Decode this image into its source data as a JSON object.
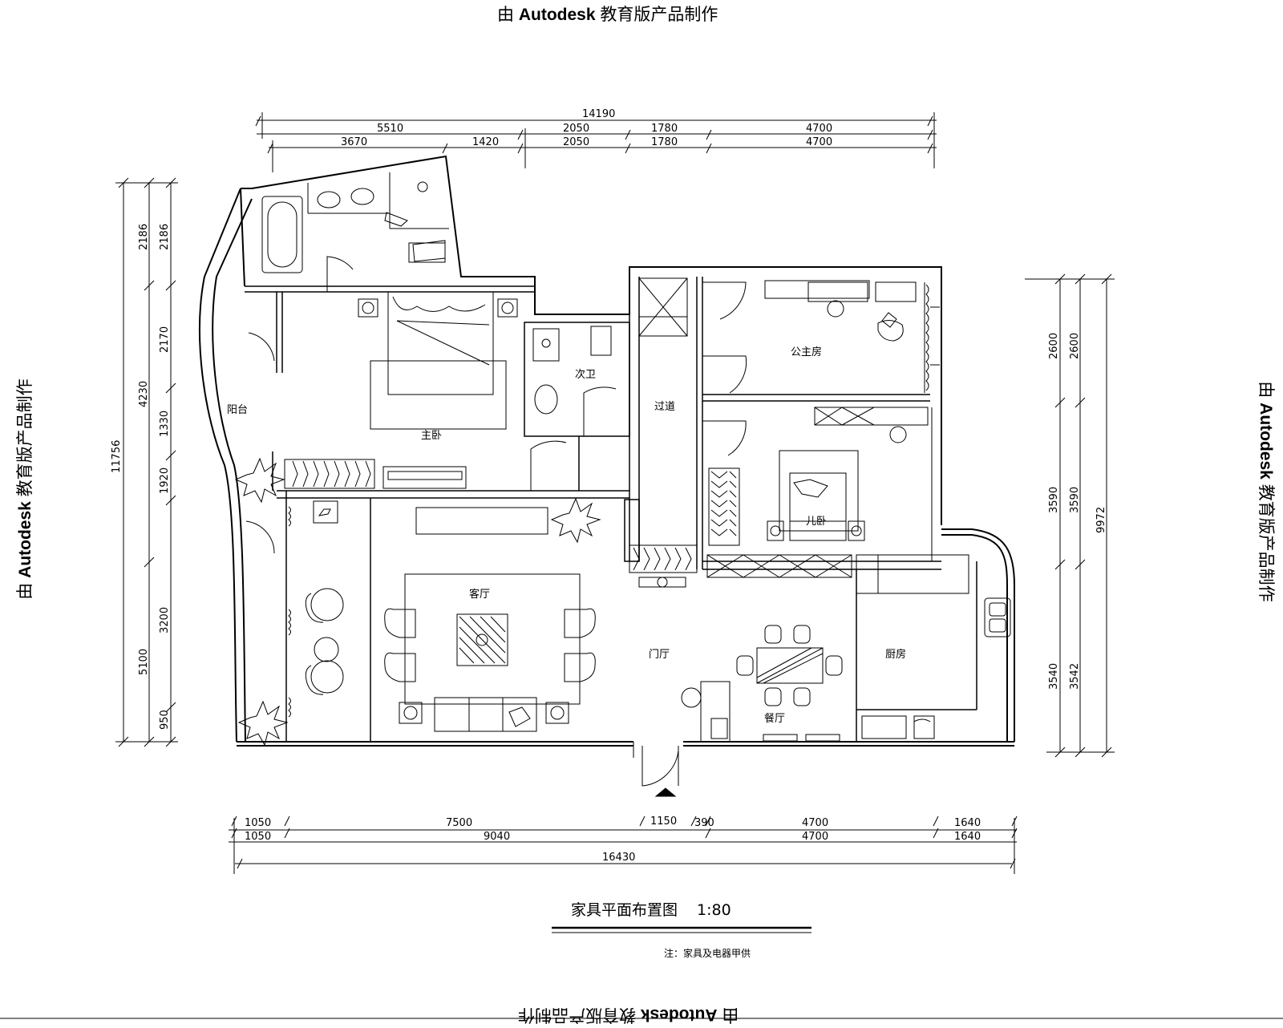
{
  "watermark": {
    "prefix": "由",
    "brand": "Autodesk",
    "suffix": "教育版产品制作"
  },
  "rooms": {
    "master_bedroom": "主卧",
    "secondary_bath": "次卫",
    "corridor": "过道",
    "princess_room": "公主房",
    "balcony": "阳台",
    "kids_bedroom": "儿卧",
    "living_room": "客厅",
    "foyer": "门厅",
    "dining_room": "餐厅",
    "kitchen": "厨房"
  },
  "dimensions": {
    "top_total": "14190",
    "top_row1": [
      "5510",
      "2050",
      "1780",
      "4700"
    ],
    "top_row2": [
      "3670",
      "1420",
      "2050",
      "1780",
      "4700"
    ],
    "left_outer": "11756",
    "left_mid": [
      "2186",
      "4230",
      "5100"
    ],
    "left_inner": [
      "2186",
      "2170",
      "1330",
      "1920",
      "3200",
      "950"
    ],
    "right_outer": "9972",
    "right_mid": [
      "2600",
      "3590",
      "3542"
    ],
    "right_inner": [
      "2600",
      "3590",
      "3540"
    ],
    "bottom_row1": [
      "1050",
      "7500",
      "1150",
      "390",
      "4700",
      "1640"
    ],
    "bottom_row2": [
      "1050",
      "9040",
      "4700",
      "1640"
    ],
    "bottom_total": "16430"
  },
  "title": {
    "name": "家具平面布置图",
    "scale": "1:80"
  },
  "note": "注：家具及电器甲供"
}
